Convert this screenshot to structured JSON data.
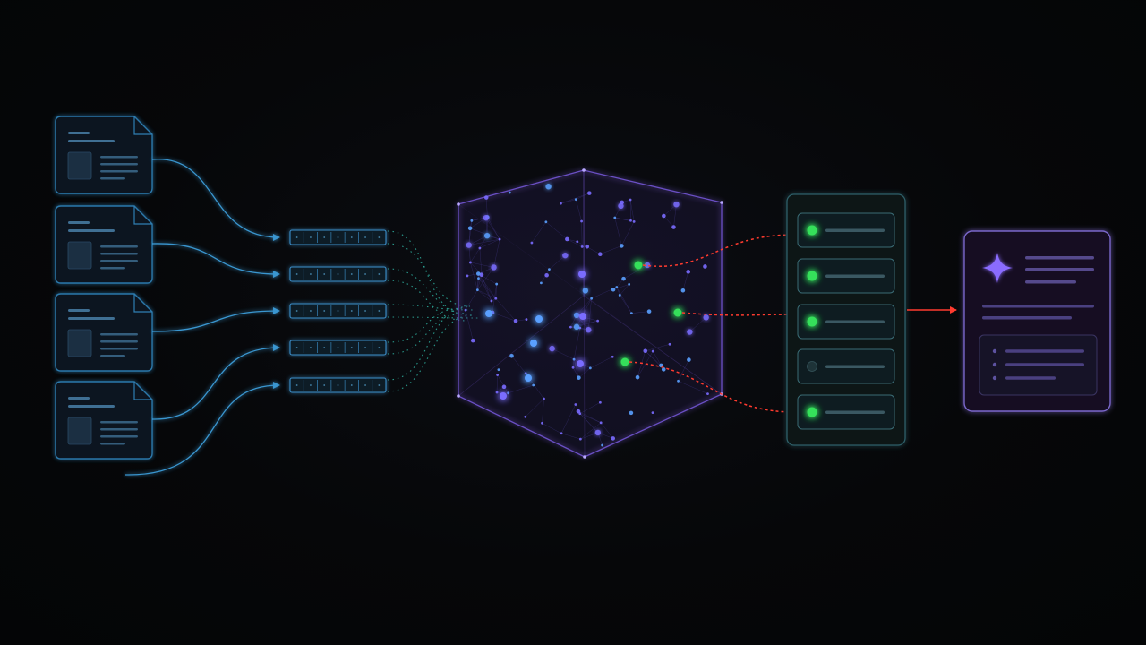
{
  "colors": {
    "background": "#050608",
    "document_stroke": "#2f7fb3",
    "document_fill": "#0b1622",
    "document_line": "#3f6f93",
    "flow_line": "#3fa6e6",
    "chunk_stroke": "#3c8fc9",
    "embedding_dots": "#2fb0a0",
    "cube_stroke": "#6b4fc4",
    "node_blue": "#5aa0ff",
    "node_violet": "#7a6cff",
    "node_green": "#34e05a",
    "retrieval_arrow": "#ff3b2f",
    "results_stroke": "#2e5e68",
    "result_item_stroke": "#3a6b74",
    "answer_stroke": "#7a66c9",
    "answer_icon": "#8a6cff"
  },
  "documents": [
    {
      "id": "doc-1"
    },
    {
      "id": "doc-2"
    },
    {
      "id": "doc-3"
    },
    {
      "id": "doc-4"
    }
  ],
  "chunks": [
    {
      "id": "chunk-1",
      "cells": 7
    },
    {
      "id": "chunk-2",
      "cells": 7
    },
    {
      "id": "chunk-3",
      "cells": 7
    },
    {
      "id": "chunk-4",
      "cells": 7
    },
    {
      "id": "chunk-5",
      "cells": 7
    }
  ],
  "retrieved_results": [
    {
      "id": "result-1",
      "matched": true
    },
    {
      "id": "result-2",
      "matched": true
    },
    {
      "id": "result-3",
      "matched": true
    },
    {
      "id": "result-4",
      "matched": false
    },
    {
      "id": "result-5",
      "matched": true
    }
  ],
  "answer_card": {
    "icon": "sparkle-icon"
  }
}
